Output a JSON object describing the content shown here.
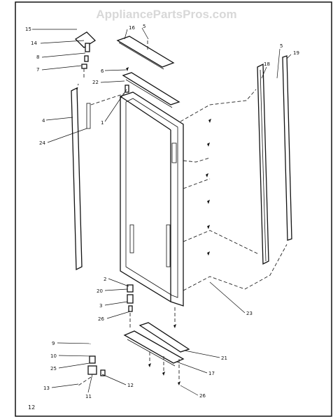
{
  "watermark": "AppliancePartsPros.com",
  "page_number": "12",
  "callouts": {
    "c15": "15",
    "c14": "14",
    "c8": "8",
    "c7": "7",
    "c16": "16",
    "c5a": "5",
    "c6a": "6",
    "c22": "22",
    "c1": "1",
    "c4": "4",
    "c24": "24",
    "c18": "18",
    "c5b": "5",
    "c19": "19",
    "c2": "2",
    "c20": "20",
    "c3": "3",
    "c26a": "26",
    "c23": "23",
    "c21": "21",
    "c17": "17",
    "c26b": "26",
    "c9": "9",
    "c10": "10",
    "c25": "25",
    "c13": "13",
    "c11": "11",
    "c12": "12"
  }
}
